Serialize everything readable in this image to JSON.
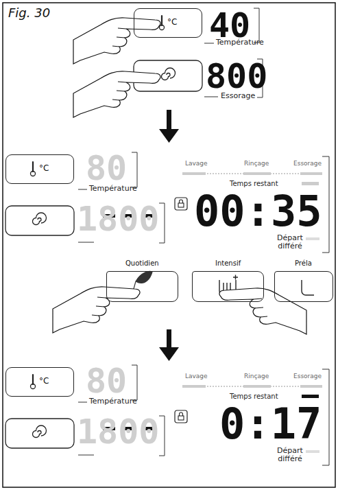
{
  "diagram": {
    "title": "Fig. 30",
    "nodes": [
      {
        "text": [
          "°C"
        ]
      },
      {
        "text": [
          "°C"
        ]
      },
      {
        "text": [
          "Quotidien"
        ]
      },
      {
        "text": [
          "Intensif"
        ]
      },
      {
        "text": [
          "Préla"
        ]
      },
      {
        "text": [
          "°C"
        ]
      }
    ],
    "labels": [
      "40",
      "Température",
      "800",
      "Essorage",
      "80",
      "Température",
      "1800",
      "Lavage",
      "Rinçage",
      "Essorage",
      "Temps restant",
      "00:35",
      "Départ différé",
      "80",
      "Température",
      "1800",
      "Lavage",
      "Rinçage",
      "Essorage",
      "Temps restant",
      "0:17",
      "Départ différé"
    ]
  }
}
